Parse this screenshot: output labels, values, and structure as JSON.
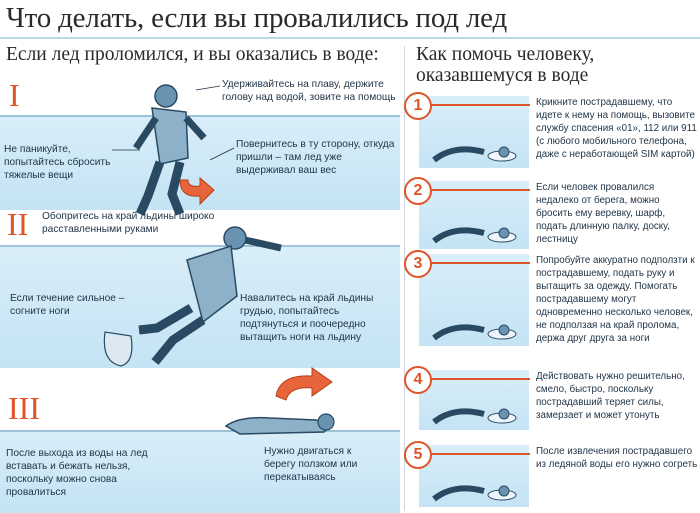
{
  "title": "Что делать, если вы провалились под лед",
  "left_heading": "Если лед проломился, и вы оказались в воде:",
  "right_heading": "Как помочь человеку, оказавшемуся в воде",
  "sections": [
    {
      "numeral": "I",
      "notes": [
        "Удерживайтесь на плаву, держите голову над водой, зовите на помощь",
        "Не паникуйте, попытайтесь сбросить тяжелые вещи",
        "Повернитесь в ту сторону, откуда пришли – там лед уже выдерживал ваш вес"
      ]
    },
    {
      "numeral": "II",
      "notes": [
        "Обопритесь на край льдины широко расставленными руками",
        "Если течение сильное – согните ноги",
        "Навалитесь на край льдины грудью, попытайтесь подтянуться и поочередно вытащить ноги на льдину"
      ]
    },
    {
      "numeral": "III",
      "notes": [
        "После выхода из воды на лед вставать и бежать нельзя, поскольку можно снова провалиться",
        "Нужно двигаться к берегу ползком или перекатываясь"
      ]
    }
  ],
  "steps": [
    {
      "number": "1",
      "text": "Крикните пострадавшему, что идете к нему на помощь, вызовите службу спасения «01», 112 или 911 (с любого мобильного телефона, даже с неработающей SIM картой)"
    },
    {
      "number": "2",
      "text": "Если человек провалился недалеко от берега, можно бросить ему веревку, шарф, подать длинную палку, доску, лестницу"
    },
    {
      "number": "3",
      "text": "Попробуйте аккуратно подползти к пострадавшему, подать руку и вытащить за одежду. Помогать пострадавшему могут одновременно несколько человек, не подползая на край пролома, держа друг друга за ноги"
    },
    {
      "number": "4",
      "text": "Действовать нужно решительно, смело, быстро, поскольку пострадавший теряет силы, замерзает и может утонуть"
    },
    {
      "number": "5",
      "text": "После извлечения пострадавшего из ледяной воды его нужно согреть"
    }
  ],
  "colors": {
    "accent": "#e0542a",
    "water": "#cfe8f6",
    "figure": "#5b86a6",
    "text": "#1f3346"
  }
}
